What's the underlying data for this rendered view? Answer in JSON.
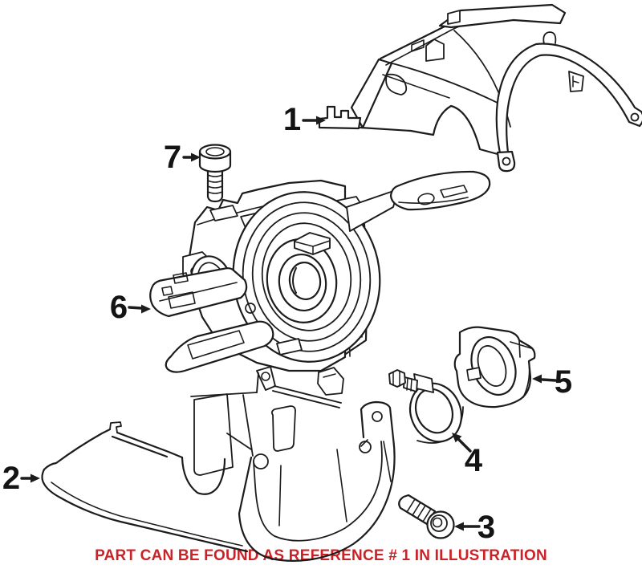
{
  "illustration": {
    "note": "PART CAN BE FOUND AS REFERENCE # 1 IN ILLUSTRATION",
    "note_color": "#cb2227",
    "line_color": "#1c1c1c",
    "label_color": "#141414",
    "background_color": "#ffffff",
    "callouts": [
      {
        "number": "1"
      },
      {
        "number": "2"
      },
      {
        "number": "3"
      },
      {
        "number": "4"
      },
      {
        "number": "5"
      },
      {
        "number": "6"
      },
      {
        "number": "7"
      }
    ]
  }
}
